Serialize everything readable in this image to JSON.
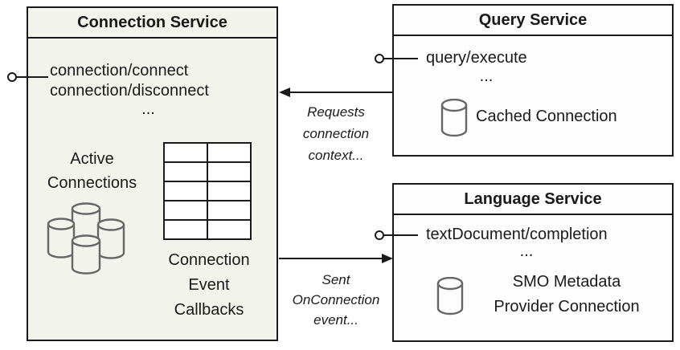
{
  "connection_service": {
    "title": "Connection Service",
    "method_1": "connection/connect",
    "method_2": "connection/disconnect",
    "ellipsis": "...",
    "active_connections": {
      "line_1": "Active",
      "line_2": "Connections"
    },
    "callbacks": {
      "line_1": "Connection",
      "line_2": "Event",
      "line_3": "Callbacks"
    }
  },
  "query_service": {
    "title": "Query Service",
    "method": "query/execute",
    "ellipsis": "...",
    "cached_connection": "Cached Connection"
  },
  "language_service": {
    "title": "Language Service",
    "method": "textDocument/completion",
    "ellipsis": "...",
    "smo": {
      "line_1": "SMO Metadata",
      "line_2": "Provider Connection"
    }
  },
  "arrows": {
    "requests": {
      "line_1": "Requests",
      "line_2": "connection",
      "line_3": "context..."
    },
    "sent": {
      "line_1": "Sent",
      "line_2": "OnConnection",
      "line_3": "event..."
    }
  },
  "colors": {
    "connection_service_bg": "#f2f4ec",
    "service_bg": "#fdfdfd",
    "border": "#1a1a1a",
    "cylinder_stroke": "#666666"
  }
}
